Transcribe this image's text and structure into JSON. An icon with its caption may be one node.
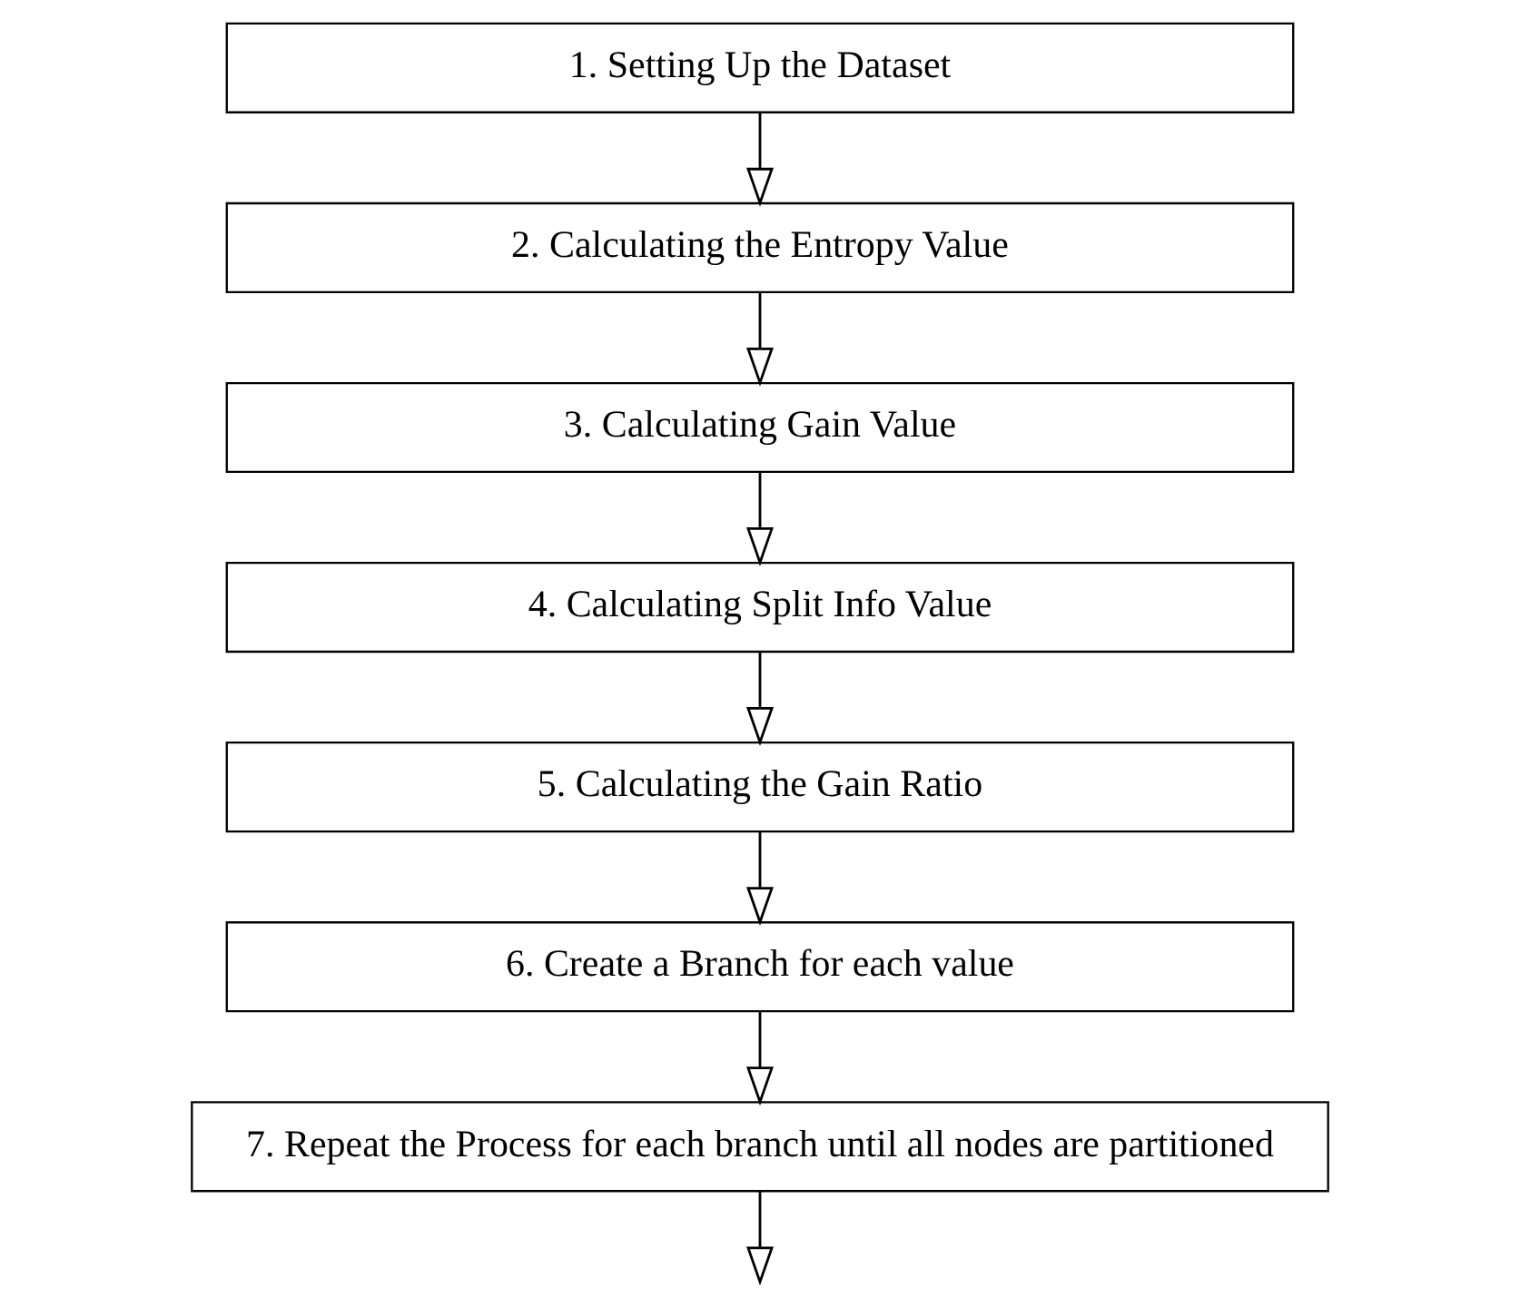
{
  "diagram": {
    "nodes": [
      {
        "text": [
          "1. Setting Up the Dataset"
        ]
      },
      {
        "text": [
          "2. Calculating the Entropy Value"
        ]
      },
      {
        "text": [
          "3. Calculating Gain Value"
        ]
      },
      {
        "text": [
          "4. Calculating Split Info Value"
        ]
      },
      {
        "text": [
          "5. Calculating the Gain Ratio"
        ]
      },
      {
        "text": [
          "6. Create a Branch for each value"
        ]
      },
      {
        "text": [
          "7. Repeat the Process for each branch until all nodes are partitioned"
        ]
      }
    ],
    "edges": [
      {
        "from": 0,
        "to": 1,
        "arrow": "to"
      },
      {
        "from": 1,
        "to": 2,
        "arrow": "to"
      },
      {
        "from": 2,
        "to": 3,
        "arrow": "to"
      },
      {
        "from": 3,
        "to": 4,
        "arrow": "to"
      },
      {
        "from": 4,
        "to": 5,
        "arrow": "to"
      },
      {
        "from": 5,
        "to": 6,
        "arrow": "to"
      },
      {
        "from": 6,
        "to": null,
        "arrow": "to"
      }
    ]
  }
}
